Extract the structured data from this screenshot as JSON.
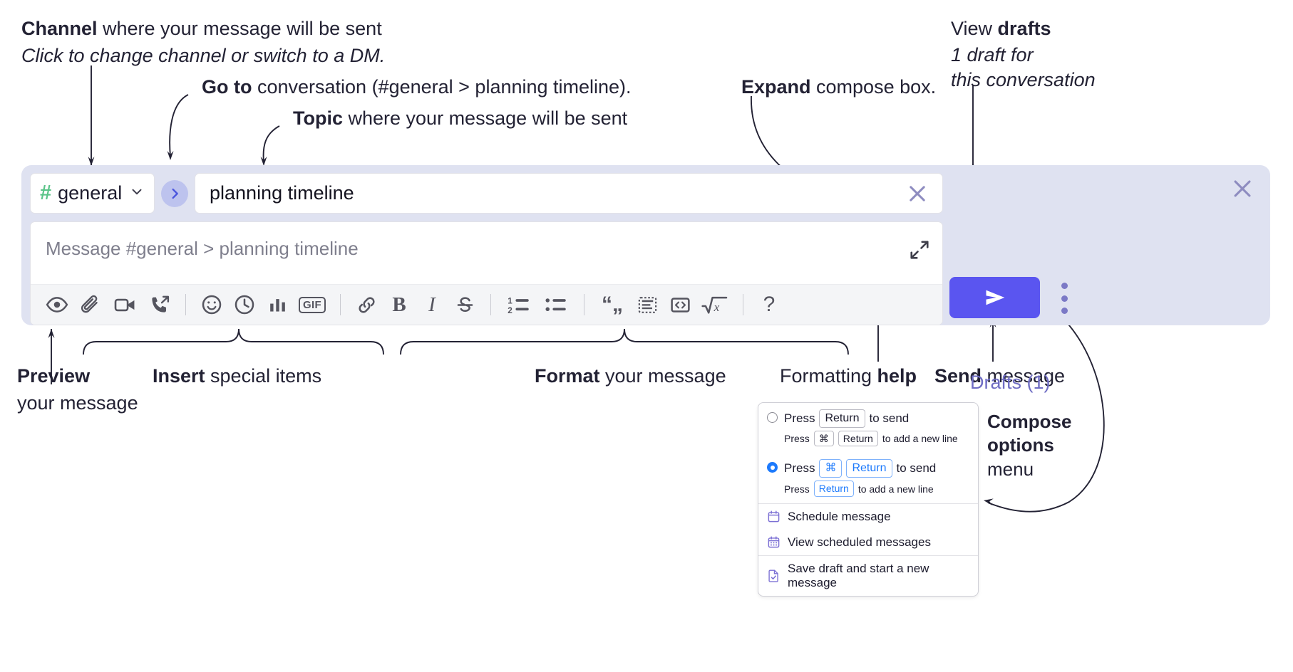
{
  "annotations": {
    "channel": {
      "bold": "Channel",
      "rest": " where your message will be sent",
      "italic": "Click to change channel or switch to a DM."
    },
    "goto": {
      "bold": "Go to",
      "rest": " conversation (#general > planning timeline)."
    },
    "topic": {
      "bold": "Topic",
      "rest": " where your message will be sent"
    },
    "expand": {
      "bold": "Expand",
      "rest": " compose box."
    },
    "drafts": {
      "bold_pre": "View ",
      "bold": "drafts",
      "italic1": "1 draft for",
      "italic2": "this conversation"
    },
    "preview": {
      "bold": "Preview",
      "rest": "your message"
    },
    "insert": {
      "bold": "Insert",
      "rest": " special items"
    },
    "format": {
      "bold": "Format",
      "rest": " your message"
    },
    "help": {
      "pre": "Formatting ",
      "bold": "help"
    },
    "send": {
      "bold": "Send",
      "rest": " message"
    },
    "compose_options": {
      "bold1": "Compose",
      "bold2": "options",
      "rest": "menu"
    }
  },
  "compose": {
    "channel": {
      "hash": "#",
      "name": "general",
      "icon": "hash-icon",
      "chevron": "chevron-down-icon"
    },
    "goto_button": {
      "icon": "chevron-right-icon"
    },
    "topic": {
      "value": "planning timeline",
      "clear_icon": "close-icon"
    },
    "message": {
      "placeholder": "Message #general > planning timeline",
      "value": ""
    },
    "expand_icon": "expand-diagonal-icon",
    "close_icon": "close-icon",
    "drafts_label": "Drafts (1)",
    "send_icon": "send-paper-plane-icon",
    "options_icon": "kebab-vertical-icon",
    "toolbar": [
      {
        "name": "preview-message-button",
        "icon": "eye-icon"
      },
      {
        "name": "attach-file-button",
        "icon": "paperclip-icon"
      },
      {
        "name": "record-video-clip-button",
        "icon": "video-camera-icon"
      },
      {
        "name": "record-audio-clip-button",
        "icon": "phone-arrow-icon"
      },
      {
        "name": "separator-1",
        "icon": "divider"
      },
      {
        "name": "emoji-button",
        "icon": "smiley-icon"
      },
      {
        "name": "reminder-button",
        "icon": "clock-icon"
      },
      {
        "name": "poll-button",
        "icon": "bar-chart-icon"
      },
      {
        "name": "gif-button",
        "icon": "gif-icon",
        "label": "GIF"
      },
      {
        "name": "separator-2",
        "icon": "divider"
      },
      {
        "name": "link-button",
        "icon": "link-icon"
      },
      {
        "name": "bold-button",
        "icon": "bold-icon",
        "label": "B"
      },
      {
        "name": "italic-button",
        "icon": "italic-icon",
        "label": "I"
      },
      {
        "name": "strikethrough-button",
        "icon": "strikethrough-icon"
      },
      {
        "name": "separator-3",
        "icon": "divider"
      },
      {
        "name": "ordered-list-button",
        "icon": "ordered-list-icon"
      },
      {
        "name": "bulleted-list-button",
        "icon": "bulleted-list-icon"
      },
      {
        "name": "separator-4",
        "icon": "divider"
      },
      {
        "name": "blockquote-button",
        "icon": "quote-icon"
      },
      {
        "name": "code-block-button",
        "icon": "code-block-icon"
      },
      {
        "name": "inline-code-button",
        "icon": "code-brackets-icon"
      },
      {
        "name": "math-button",
        "icon": "square-root-x-icon"
      },
      {
        "name": "separator-5",
        "icon": "divider"
      },
      {
        "name": "formatting-help-button",
        "icon": "question-mark-icon",
        "label": "?"
      }
    ]
  },
  "menu": {
    "options": [
      {
        "selected": false,
        "main": {
          "press": "Press",
          "key": "Return",
          "tail": "to send"
        },
        "sub": {
          "press": "Press",
          "key1": "⌘",
          "key2": "Return",
          "tail": "to add a new line"
        }
      },
      {
        "selected": true,
        "main": {
          "press": "Press",
          "key1": "⌘",
          "key2": "Return",
          "tail": "to send"
        },
        "sub": {
          "press": "Press",
          "key": "Return",
          "tail": "to add a new line"
        }
      }
    ],
    "items": [
      {
        "label": "Schedule message",
        "icon": "calendar-icon",
        "name": "menu-item-schedule-message"
      },
      {
        "label": "View scheduled messages",
        "icon": "calendar-grid-icon",
        "name": "menu-item-view-scheduled"
      },
      {
        "label": "Save draft and start a new message",
        "icon": "file-check-icon",
        "name": "menu-item-save-draft"
      }
    ]
  },
  "colors": {
    "panel": "#dfe2f1",
    "accent_send": "#5a55f0",
    "hash_green": "#5bc489",
    "drafts_purple": "#6f6dc4",
    "goto_bg": "#bdc3ee",
    "radio_blue": "#1d7afc",
    "menu_icon_purple": "#7b6fd4"
  }
}
